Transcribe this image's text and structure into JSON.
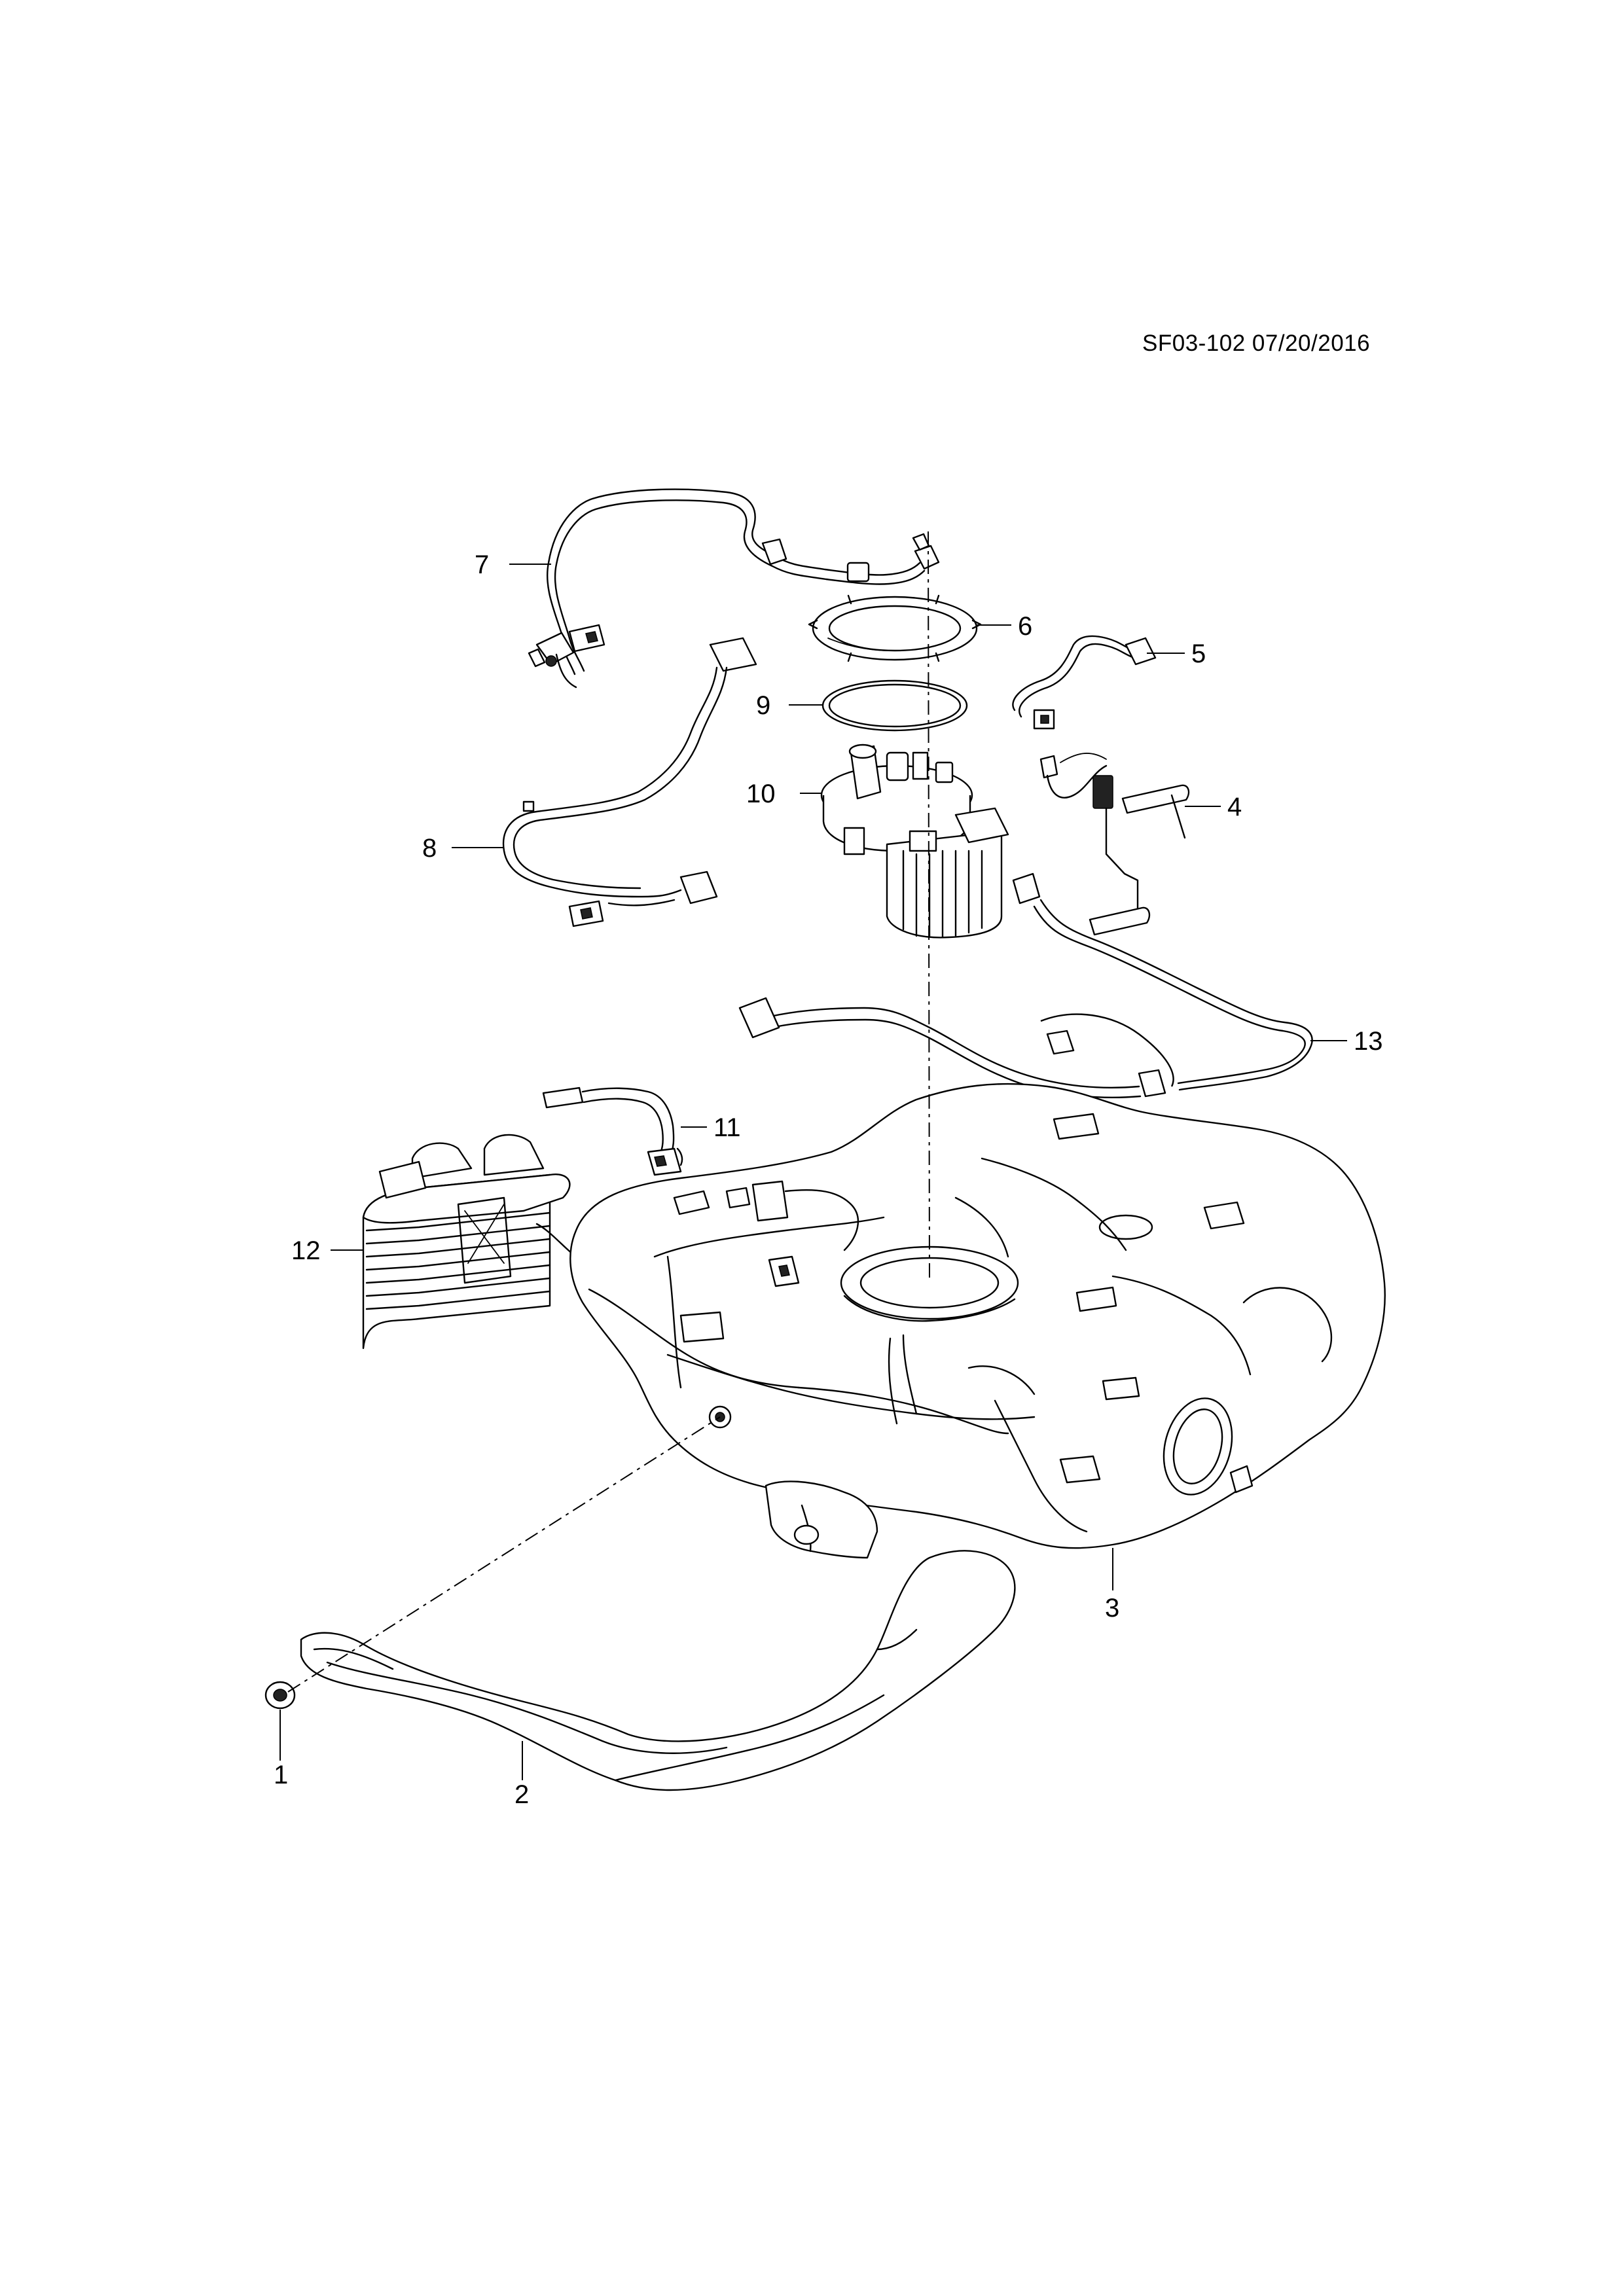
{
  "reference": "SF03-102 07/20/2016",
  "callouts": [
    {
      "label": "1"
    },
    {
      "label": "2"
    },
    {
      "label": "3"
    },
    {
      "label": "4"
    },
    {
      "label": "5"
    },
    {
      "label": "6"
    },
    {
      "label": "7"
    },
    {
      "label": "8"
    },
    {
      "label": "9"
    },
    {
      "label": "10"
    },
    {
      "label": "11"
    },
    {
      "label": "12"
    },
    {
      "label": "13"
    }
  ]
}
